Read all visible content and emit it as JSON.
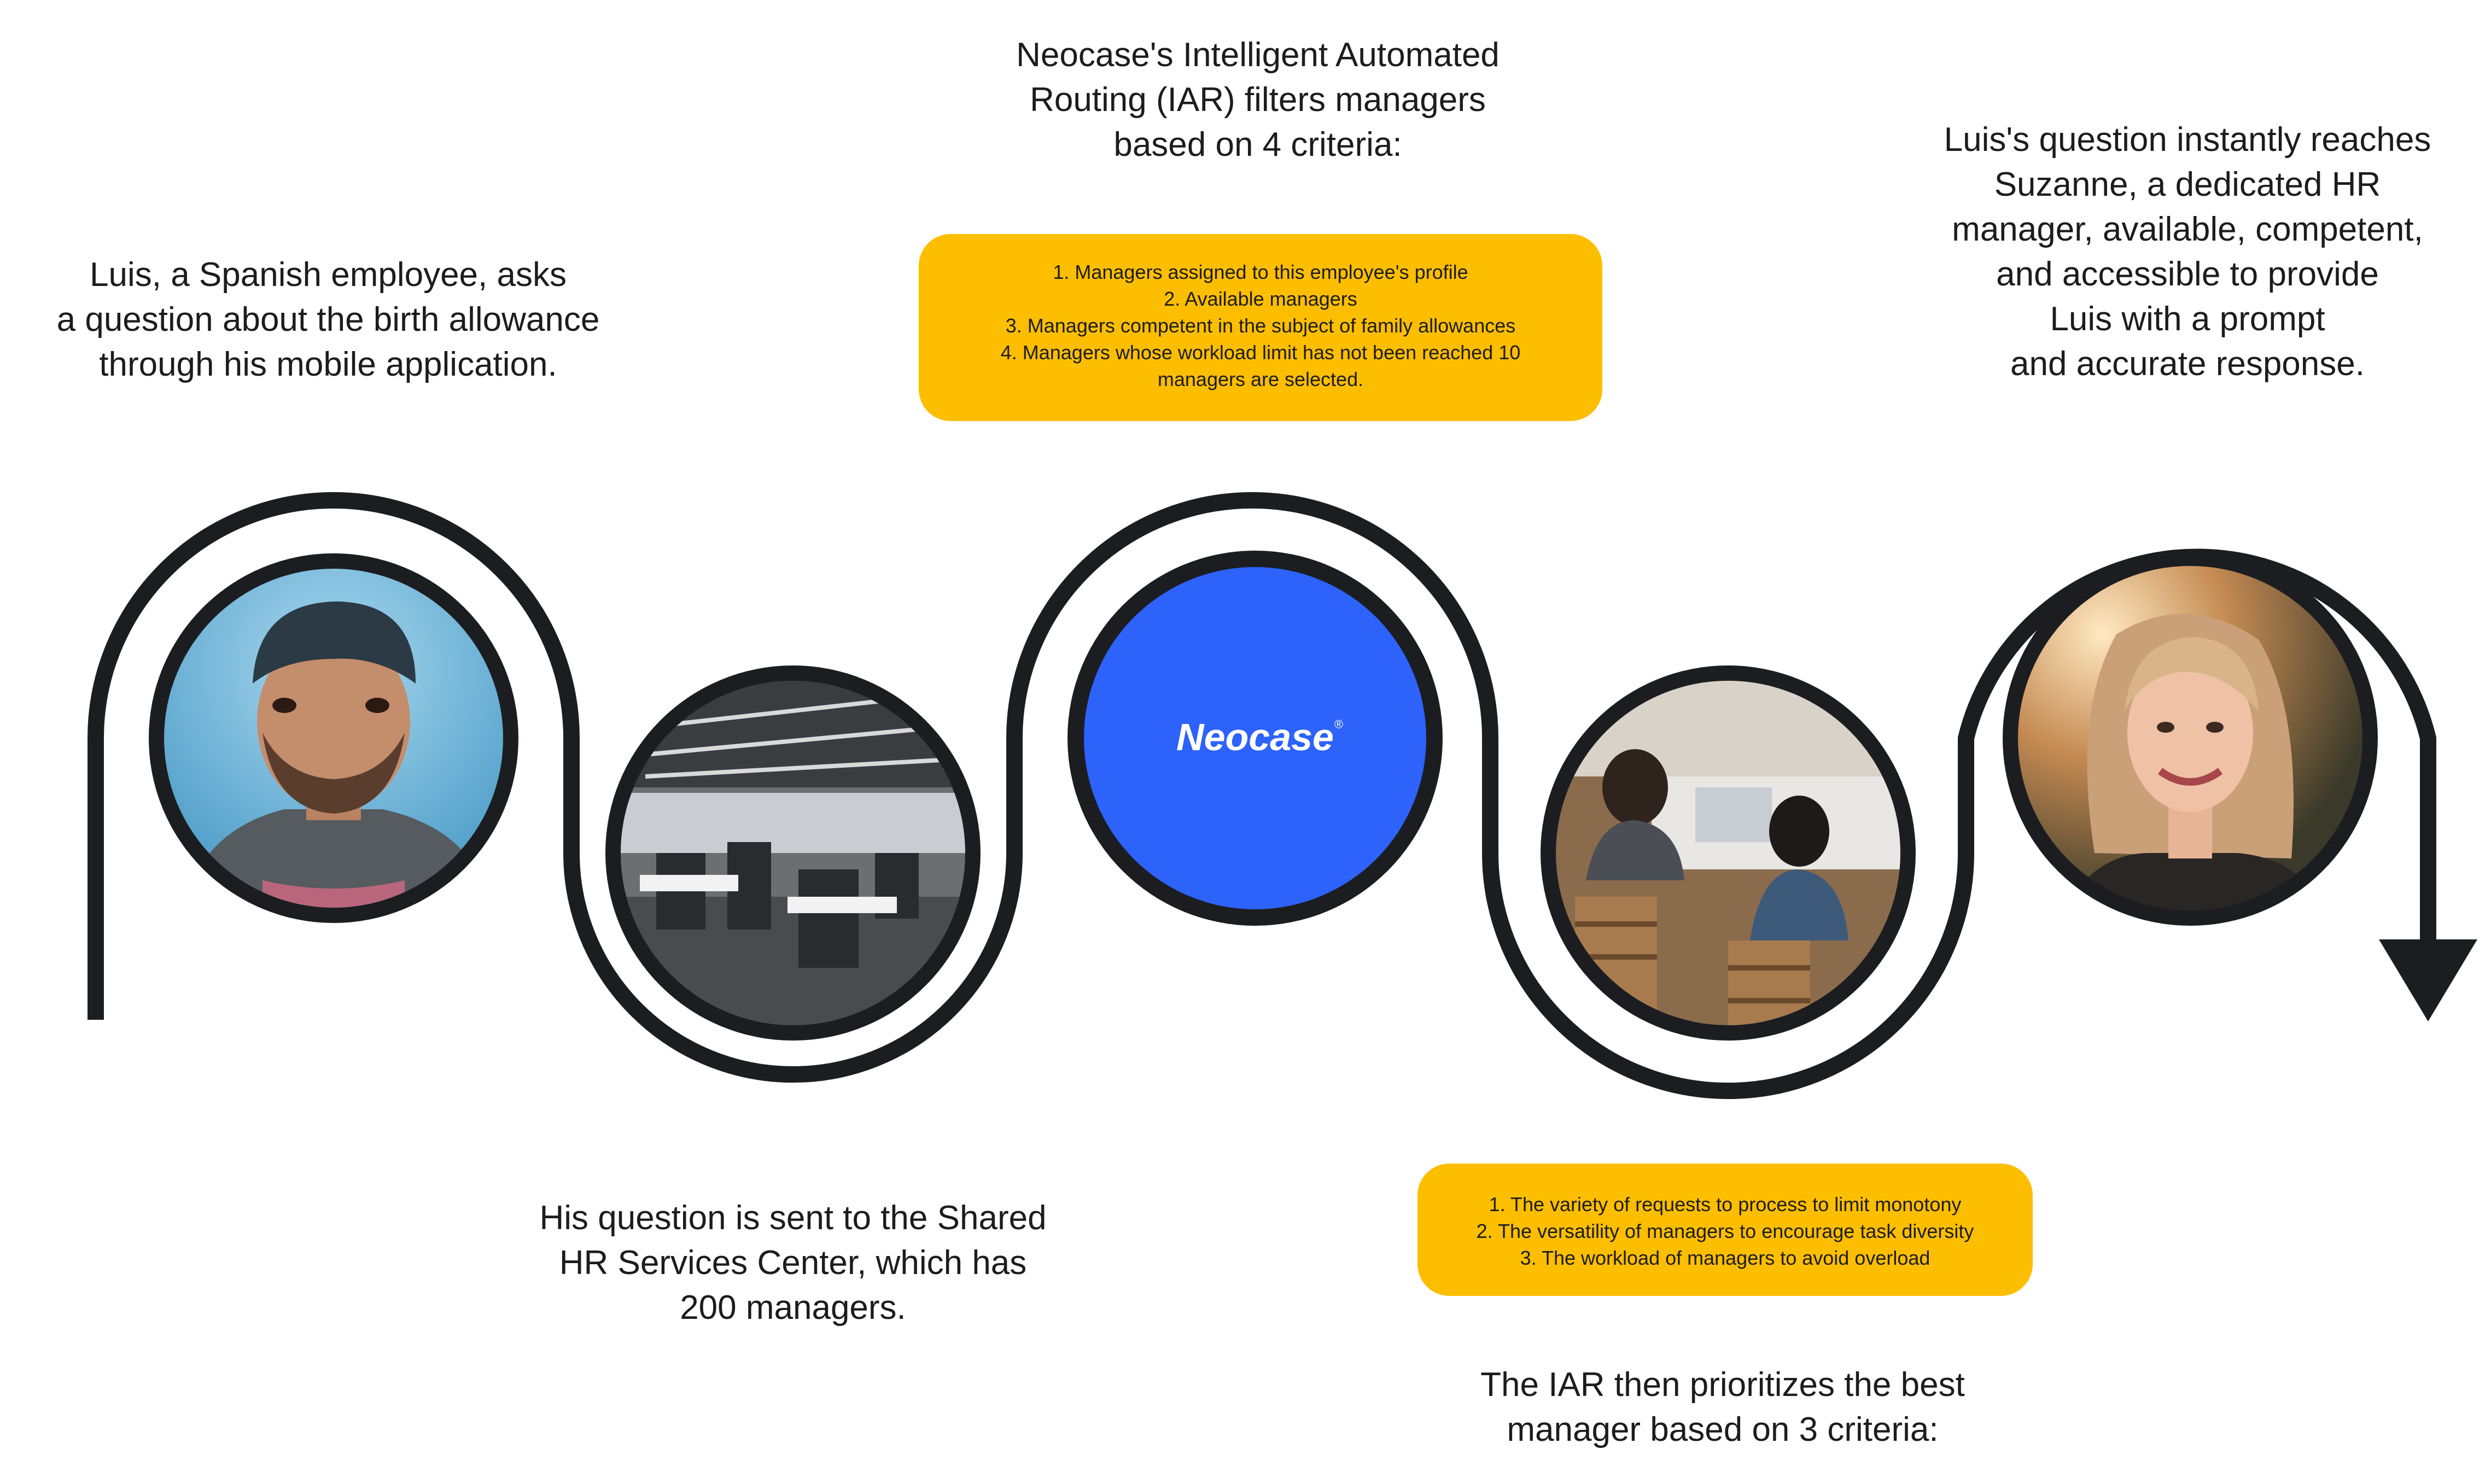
{
  "colors": {
    "path": "#1b1d21",
    "callout": "#fdbe00",
    "brand_blue": "#2d62fb",
    "text": "#1c1c1c"
  },
  "captions": {
    "step1": [
      "Luis, a Spanish employee, asks",
      "a question about the birth allowance",
      "through his mobile application."
    ],
    "step2": [
      "His question is sent to the Shared",
      "HR Services Center, which has",
      "200 managers."
    ],
    "step3": [
      "Neocase's Intelligent Automated",
      "Routing (IAR) filters managers",
      "based on 4 criteria:"
    ],
    "step4": [
      "The IAR then prioritizes the best",
      "manager based on 3 criteria:"
    ],
    "step5": [
      "Luis's question instantly reaches",
      "Suzanne, a dedicated HR",
      "manager, available, competent,",
      "and accessible to provide",
      "Luis with a prompt",
      "and accurate response."
    ]
  },
  "filter_criteria": [
    "1. Managers assigned to this employee's profile",
    "2. Available managers",
    "3. Managers competent in the subject of family allowances",
    "4. Managers whose workload limit has not been reached 10",
    "managers are selected."
  ],
  "priority_criteria": [
    "1. The variety of requests to process to limit monotony",
    "2. The versatility of managers to encourage task diversity",
    "3. The workload of managers to avoid overload"
  ],
  "logo": {
    "text": "Neocase",
    "mark": "®"
  },
  "icons": {
    "step1": "employee-photo-icon",
    "step2": "office-photo-icon",
    "step3": "neocase-logo-icon",
    "step4": "team-photo-icon",
    "step5": "hr-manager-photo-icon",
    "end": "arrow-down-icon"
  }
}
